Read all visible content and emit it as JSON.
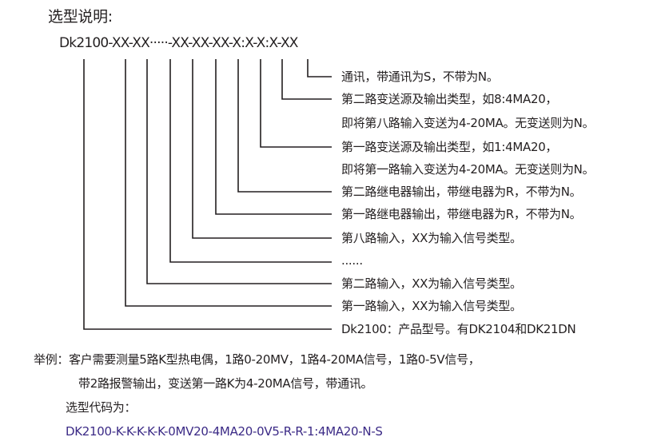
{
  "title": "选型说明:",
  "code_pattern": "Dk2100-XX-XX·····-XX-XX-XX-X:X-X:X-XX",
  "descriptions": [
    "通讯，带通讯为S，不带为N。",
    "第二路变送源及输出类型，如8:4MA20，",
    "即将第八路输入变送为4-20MA。无变送则为N。",
    "第一路变送源及输出类型，如1:4MA20，",
    "即将第一路输入变送为4-20MA。无变送则为N。",
    "第二路继电器输出，带继电器为R，不带为N。",
    "第一路继电器输出，带继电器为R，不带为N。",
    "第八路输入，XX为输入信号类型。",
    "......",
    "第二路输入，XX为输入信号类型。",
    "第一路输入，XX为输入信号类型。",
    "Dk2100：产品型号。有DK2104和DK21DN"
  ],
  "example": {
    "line1": "举例：客户需要测量5路K型热电偶，1路0-20MV，1路4-20MA信号，1路0-5V信号，",
    "line2": "带2路报警输出，变送第一路K为4-20MA信号，带通讯。",
    "label": "选型代码为：",
    "code": "DK2100-K-K-K-K-K-0MV20-4MA20-0V5-R-R-1:4MA20-N-S"
  },
  "colors": {
    "text": "#231f20",
    "example_code": "#3b2a86"
  }
}
